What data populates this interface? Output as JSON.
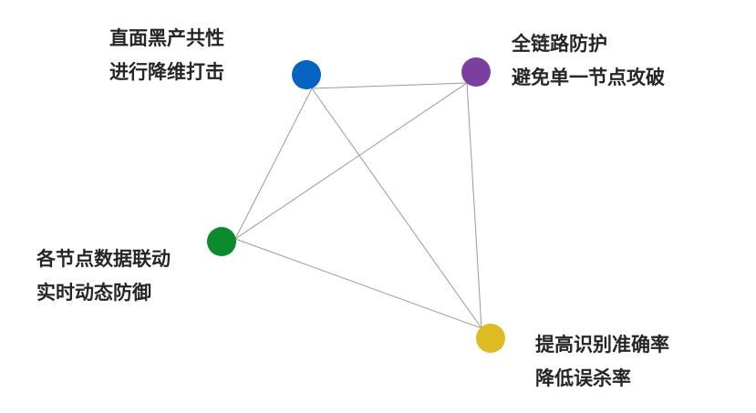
{
  "nodes": [
    {
      "id": "blue",
      "color": "#0563C1",
      "lines": [
        "直面黑产共性",
        "进行降维打击"
      ]
    },
    {
      "id": "purple",
      "color": "#7B3FA0",
      "lines": [
        "全链路防护",
        "避免单一节点攻破"
      ]
    },
    {
      "id": "green",
      "color": "#0B8A2E",
      "lines": [
        "各节点数据联动",
        "实时动态防御"
      ]
    },
    {
      "id": "yellow",
      "color": "#DDBB22",
      "lines": [
        "提高识别准确率",
        "降低误杀率"
      ]
    }
  ],
  "edge_color": "#9a9a9a"
}
